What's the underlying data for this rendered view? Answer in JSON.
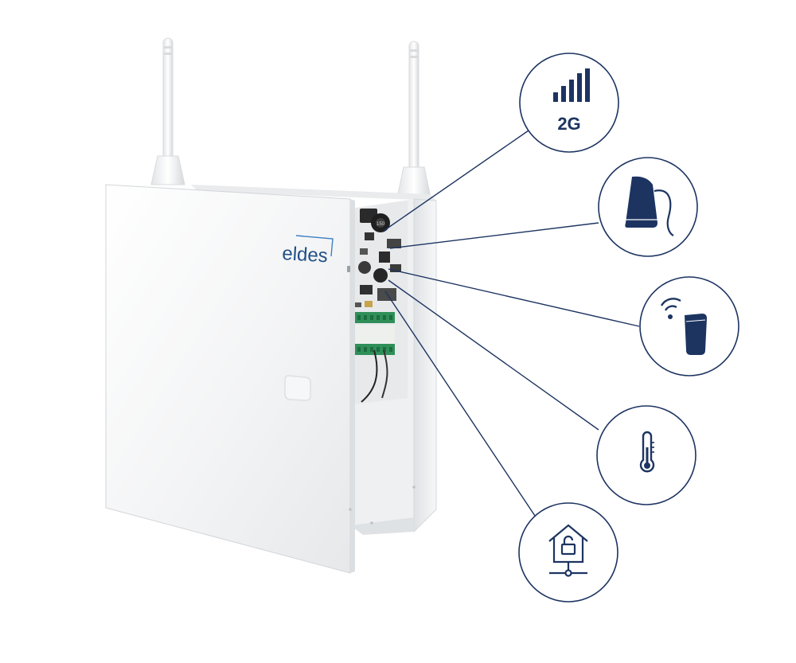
{
  "product": {
    "brand_logo_text": "eldes",
    "chip_marking": "150"
  },
  "features": [
    {
      "id": "gsm",
      "icon": "signal-bars-icon",
      "label": "2G"
    },
    {
      "id": "external-antenna",
      "icon": "external-antenna-icon"
    },
    {
      "id": "wireless-devices",
      "icon": "wireless-motion-detector-icon"
    },
    {
      "id": "temperature",
      "icon": "thermometer-icon"
    },
    {
      "id": "smart-home",
      "icon": "house-lock-network-icon"
    }
  ],
  "colors": {
    "accent": "#1d3461",
    "logo_text": "#1f4f88",
    "logo_accent": "#3b82c4",
    "enclosure": "#f4f5f6",
    "background": "#ffffff",
    "terminal_green": "#2f8f58",
    "pcb_dark": "#2a2a2a"
  }
}
